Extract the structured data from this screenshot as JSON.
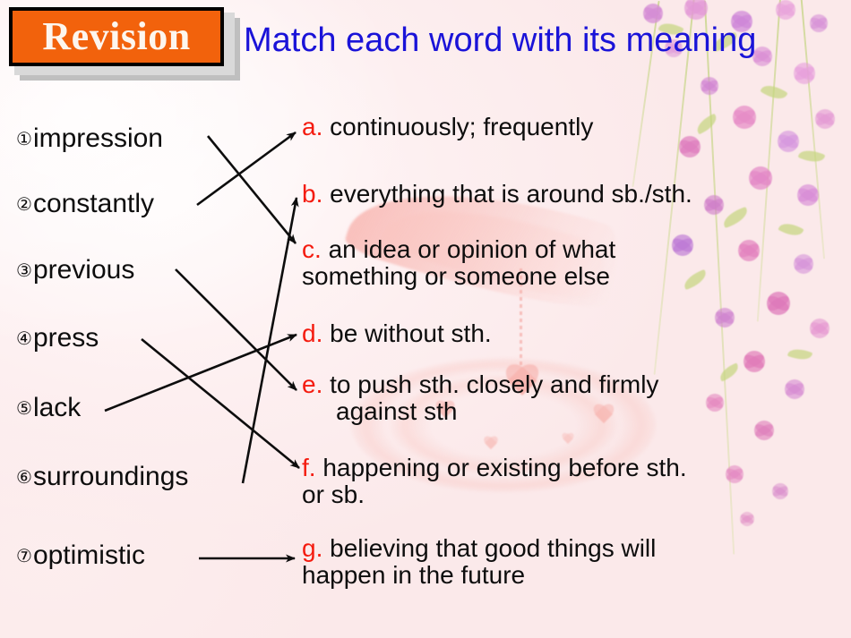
{
  "slide": {
    "badge_label": "Revision",
    "heading": "Match each word with its meaning",
    "accent_orange": "#f2620c",
    "heading_blue": "#1a13d8",
    "letter_red": "#f41b0f",
    "background": "#fdf0ee"
  },
  "words": [
    {
      "num": "①",
      "text": "impression"
    },
    {
      "num": "②",
      "text": "constantly"
    },
    {
      "num": "③",
      "text": "previous"
    },
    {
      "num": "④",
      "text": "press"
    },
    {
      "num": "⑤",
      "text": "lack"
    },
    {
      "num": "⑥",
      "text": "surroundings"
    },
    {
      "num": "⑦",
      "text": "optimistic"
    }
  ],
  "definitions": [
    {
      "letter": "a.",
      "line1": "continuously; frequently",
      "line2": ""
    },
    {
      "letter": "b.",
      "line1": "everything that is around sb./sth.",
      "line2": ""
    },
    {
      "letter": "c.",
      "line1": "an idea or opinion of what",
      "line2": "something or someone else"
    },
    {
      "letter": "d.",
      "line1": "be without sth.",
      "line2": ""
    },
    {
      "letter": "e.",
      "line1": "to push sth. closely and firmly",
      "line2": "against sth"
    },
    {
      "letter": "f.",
      "line1": "happening or existing before sth.",
      "line2": "or sb."
    },
    {
      "letter": "g.",
      "line1": "believing that good things will",
      "line2": "happen in the future"
    }
  ],
  "matches": [
    {
      "from_word": "impression",
      "to_letter": "c."
    },
    {
      "from_word": "constantly",
      "to_letter": "a."
    },
    {
      "from_word": "previous",
      "to_letter": "e."
    },
    {
      "from_word": "press",
      "to_letter": "f."
    },
    {
      "from_word": "lack",
      "to_letter": "d."
    },
    {
      "from_word": "surroundings",
      "to_letter": "b."
    },
    {
      "from_word": "optimistic",
      "to_letter": "g."
    }
  ]
}
